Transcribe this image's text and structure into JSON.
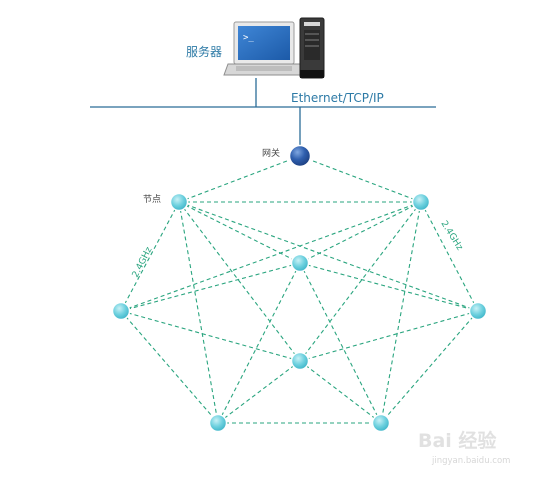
{
  "server": {
    "label": "服务器"
  },
  "network": {
    "label": "Ethernet/TCP/IP"
  },
  "gateway": {
    "label": "网关"
  },
  "node_label": "节点",
  "link_labels": {
    "left": "2.4GHz",
    "right": "2.4GHz"
  },
  "watermark": {
    "brand": "Bai 经验",
    "url": "jingyan.baidu.com"
  },
  "colors": {
    "line": "#2b6c97",
    "link": "#2aa57f",
    "node": "#6fd1df",
    "node_edge": "#ffffff",
    "gateway": "#2f5fae",
    "label": "#2d7aa6"
  }
}
